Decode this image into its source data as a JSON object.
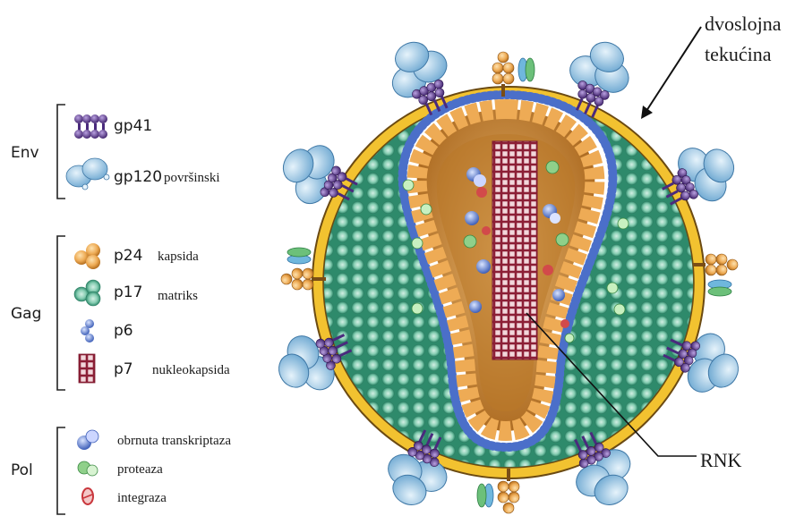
{
  "legend": {
    "groups": [
      {
        "name": "Env",
        "items": [
          {
            "code": "gp41",
            "desc": ""
          },
          {
            "code": "gp120",
            "desc": "površinski"
          }
        ]
      },
      {
        "name": "Gag",
        "items": [
          {
            "code": "p24",
            "desc": "kapsida"
          },
          {
            "code": "p17",
            "desc": "matriks"
          },
          {
            "code": "p6",
            "desc": ""
          },
          {
            "code": "p7",
            "desc": "nukleokapsida"
          }
        ]
      },
      {
        "name": "Pol",
        "items": [
          {
            "code": "",
            "desc": "obrnuta transkriptaza"
          },
          {
            "code": "",
            "desc": "proteaza"
          },
          {
            "code": "",
            "desc": "integraza"
          }
        ]
      }
    ]
  },
  "labels": {
    "bilayer_line1": "dvoslojna",
    "bilayer_line2": "tekućina",
    "rna": "RNK"
  },
  "colors": {
    "envelope_yellow": "#f2c230",
    "envelope_outline": "#6b4a12",
    "matrix_green": "#5bb89a",
    "capsid_orange": "#eeab55",
    "capsid_inner": "#b97828",
    "p6_blue": "#4b6fc9",
    "gp41_purple": "#5b3a8f",
    "gp120_blue": "#a9cfea",
    "rna_red": "#a83247",
    "reverse_transcriptase": "#4c5fb4",
    "protease": "#7cc26f",
    "integrase": "#c9363c"
  }
}
